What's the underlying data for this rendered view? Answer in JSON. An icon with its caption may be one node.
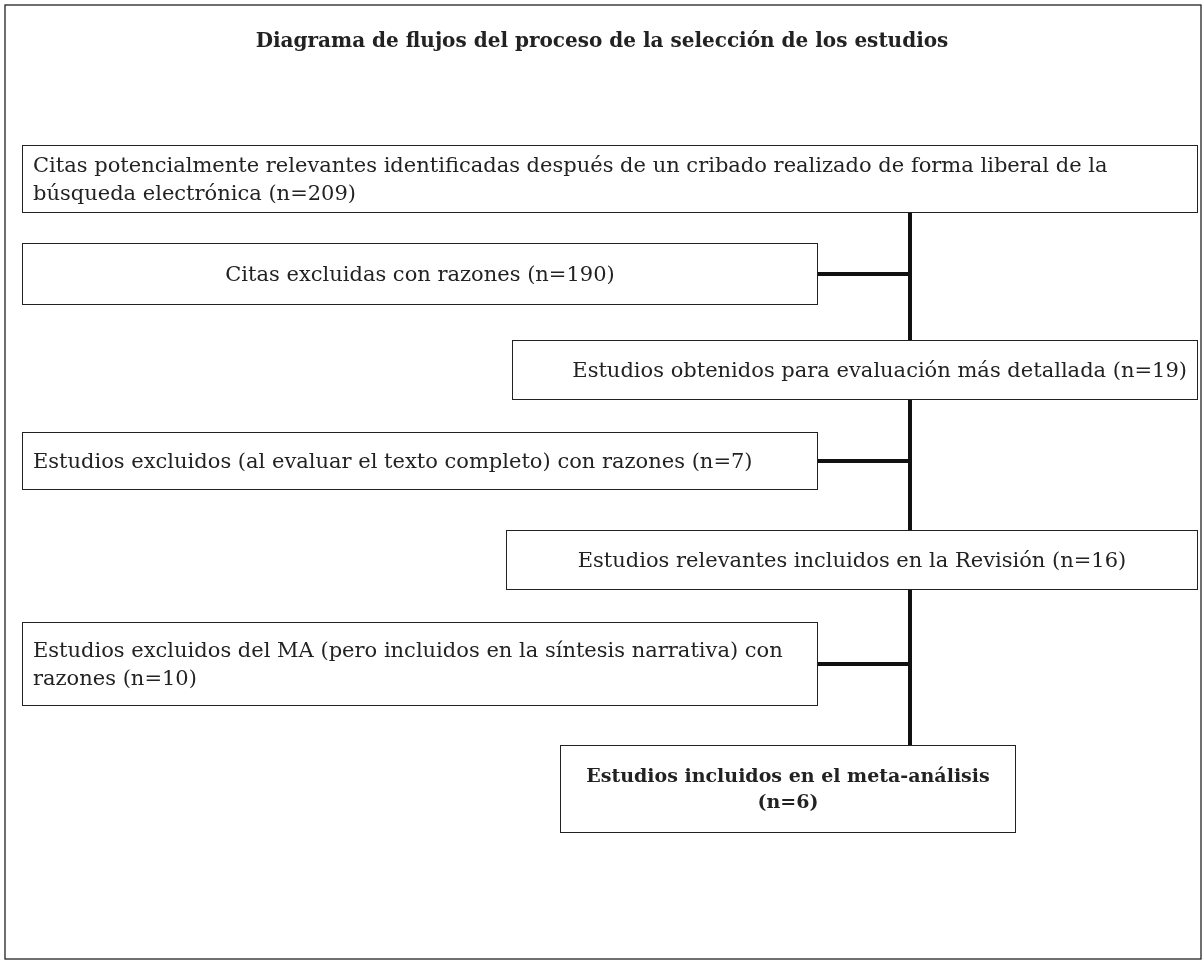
{
  "diagram": {
    "title": "Diagrama de flujos del proceso de la selección de los estudios",
    "nodes": [
      {
        "text": [
          "Citas potencialmente relevantes identificadas después de un cribado realizado de forma liberal de la búsqueda electrónica (n=209)"
        ]
      },
      {
        "text": [
          "Citas excluidas con razones (n=190)"
        ]
      },
      {
        "text": [
          "Estudios obtenidos para evaluación más detallada (n=19)"
        ]
      },
      {
        "text": [
          "Estudios excluidos (al evaluar el texto completo) con razones (n=7)"
        ]
      },
      {
        "text": [
          "Estudios relevantes incluidos en la Revisión (n=16)"
        ]
      },
      {
        "text": [
          "Estudios excluidos del MA (pero incluidos en la síntesis narrativa) con razones (n=10)"
        ]
      },
      {
        "text": [
          "Estudios incluidos en el meta-análisis (n=6)"
        ]
      }
    ],
    "edges": [
      {
        "from": 0,
        "to": 1,
        "arrow": "none"
      },
      {
        "from": 0,
        "to": 2,
        "arrow": "none"
      },
      {
        "from": 2,
        "to": 3,
        "arrow": "none"
      },
      {
        "from": 2,
        "to": 4,
        "arrow": "none"
      },
      {
        "from": 4,
        "to": 5,
        "arrow": "none"
      },
      {
        "from": 4,
        "to": 6,
        "arrow": "none"
      }
    ]
  }
}
